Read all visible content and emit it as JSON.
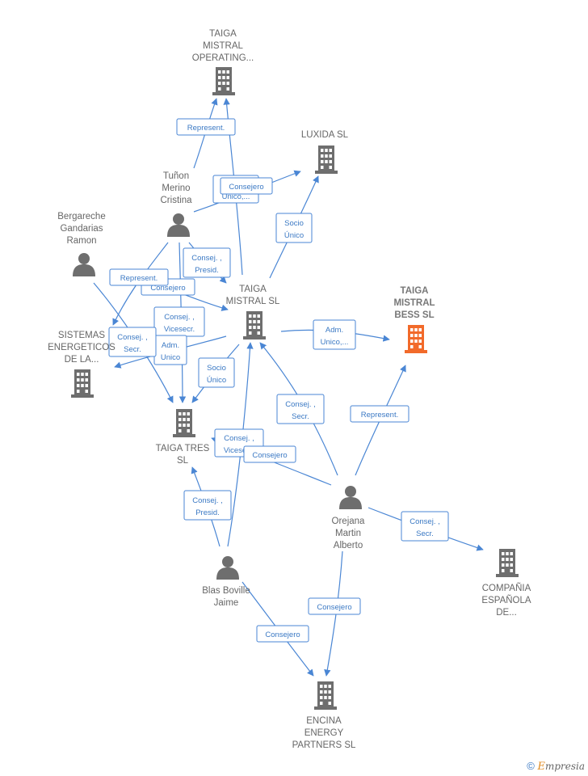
{
  "colors": {
    "edge": "#4a86d4",
    "node": "#6e6e6e",
    "highlight": "#f26a2a"
  },
  "nodes": [
    {
      "id": "taiga_op",
      "type": "company",
      "lines": [
        "TAIGA",
        "MISTRAL",
        "OPERATING..."
      ]
    },
    {
      "id": "luxida",
      "type": "company",
      "lines": [
        "LUXIDA  SL"
      ]
    },
    {
      "id": "tunon",
      "type": "person",
      "lines": [
        "Tuñon",
        "Merino",
        "Cristina"
      ]
    },
    {
      "id": "bergareche",
      "type": "person",
      "lines": [
        "Bergareche",
        "Gandarias",
        "Ramon"
      ]
    },
    {
      "id": "taiga_sl",
      "type": "company",
      "lines": [
        "TAIGA",
        "MISTRAL SL"
      ]
    },
    {
      "id": "taiga_bess",
      "type": "company",
      "highlight": true,
      "lines": [
        "TAIGA",
        "MISTRAL",
        "BESS  SL"
      ]
    },
    {
      "id": "sistemas",
      "type": "company",
      "lines": [
        "SISTEMAS",
        "ENERGETICOS",
        "DE LA..."
      ]
    },
    {
      "id": "taiga_tres",
      "type": "company",
      "lines": [
        "TAIGA TRES",
        "SL"
      ]
    },
    {
      "id": "orejana",
      "type": "person",
      "lines": [
        "Orejana",
        "Martin",
        "Alberto"
      ]
    },
    {
      "id": "compania",
      "type": "company",
      "lines": [
        "COMPAÑIA",
        "ESPAÑOLA",
        "DE..."
      ]
    },
    {
      "id": "blas",
      "type": "person",
      "lines": [
        "Blas Boville",
        "Jaime"
      ]
    },
    {
      "id": "encina",
      "type": "company",
      "lines": [
        "ENCINA",
        "ENERGY",
        "PARTNERS  SL"
      ]
    }
  ],
  "edges": [
    {
      "id": "e1",
      "lines": [
        "Represent."
      ]
    },
    {
      "id": "e2",
      "lines": [
        "Consejero"
      ]
    },
    {
      "id": "e3",
      "lines": [
        "Unico,..."
      ]
    },
    {
      "id": "e4",
      "lines": [
        "Socio",
        "Único"
      ]
    },
    {
      "id": "e5",
      "lines": [
        "Consej. ,",
        "Presid."
      ]
    },
    {
      "id": "e6",
      "lines": [
        "Represent."
      ]
    },
    {
      "id": "e7",
      "lines": [
        "Consejero"
      ]
    },
    {
      "id": "e8",
      "lines": [
        "Consej. ,",
        "Vicesecr."
      ]
    },
    {
      "id": "e9",
      "lines": [
        "Consej. ,",
        "Secr."
      ]
    },
    {
      "id": "e10",
      "lines": [
        "Adm.",
        "Unico"
      ]
    },
    {
      "id": "e11",
      "lines": [
        "Socio",
        "Único"
      ]
    },
    {
      "id": "e12",
      "lines": [
        "Adm.",
        "Unico,..."
      ]
    },
    {
      "id": "e13",
      "lines": [
        "Consej. ,",
        "Secr."
      ]
    },
    {
      "id": "e14",
      "lines": [
        "Represent."
      ]
    },
    {
      "id": "e15",
      "lines": [
        "Consej. ,",
        "Vicesecr."
      ]
    },
    {
      "id": "e16",
      "lines": [
        "Consejero"
      ]
    },
    {
      "id": "e17",
      "lines": [
        "Consej. ,",
        "Presid."
      ]
    },
    {
      "id": "e18",
      "lines": [
        "Consej. ,",
        "Secr."
      ]
    },
    {
      "id": "e19",
      "lines": [
        "Consejero"
      ]
    },
    {
      "id": "e20",
      "lines": [
        "Consejero"
      ]
    }
  ],
  "footer": {
    "symbol": "©",
    "brand_initial": "E",
    "brand_rest": "mpresia"
  }
}
